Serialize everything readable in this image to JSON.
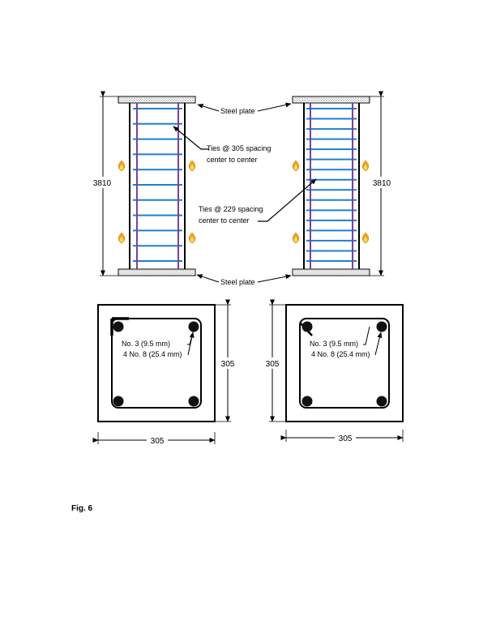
{
  "labels": {
    "steel_plate_top": "Steel plate",
    "steel_plate_bottom": "Steel plate",
    "ties_305_line1": "Ties @ 305 spacing",
    "ties_305_line2": "center to center",
    "ties_229_line1": "Ties @ 229 spacing",
    "ties_229_line2": "center to center",
    "column_height_left": "3810",
    "column_height_right": "3810",
    "section_left_tie": "No. 3 (9.5 mm)",
    "section_left_bars": "4 No. 8 (25.4 mm)",
    "section_right_tie": "No. 3 (9.5 mm)",
    "section_right_bars": "4 No. 8 (25.4 mm)",
    "section_left_height": "305",
    "section_right_height": "305",
    "section_left_width": "305",
    "section_right_width": "305"
  },
  "figure_caption": "Fig. 6",
  "columns": {
    "left_tie_count": 11,
    "right_tie_count": 16
  },
  "colors": {
    "tie": "#1f7fd0",
    "longitudinal_bar": "#7b3fa0",
    "flame_outer": "#f2a516",
    "flame_inner": "#ffe35a"
  }
}
